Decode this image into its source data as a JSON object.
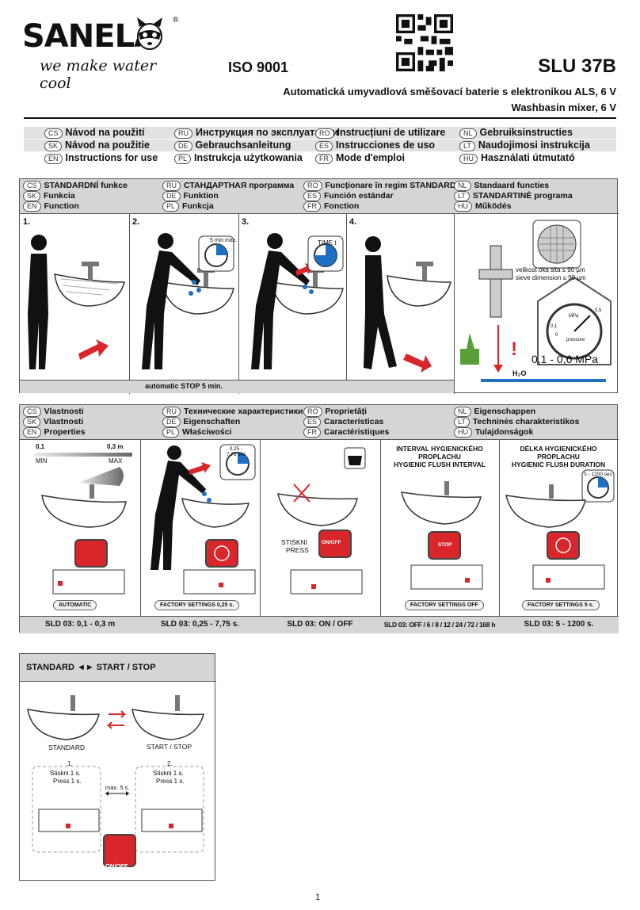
{
  "header": {
    "brand": "SANELA",
    "tagline": "we make water cool",
    "registered": "®",
    "iso": "ISO 9001",
    "model": "SLU 37B",
    "subtitle_cs": "Automatická umyvadlová směšovací baterie s elektronikou ALS, 6 V",
    "subtitle_en": "Washbasin mixer, 6 V"
  },
  "languages": [
    [
      {
        "code": "CS",
        "text": "Návod na použití"
      },
      {
        "code": "RU",
        "text": "Инструкция по эксплуатации"
      },
      {
        "code": "RO",
        "text": "Instrucțiuni de utilizare"
      },
      {
        "code": "NL",
        "text": "Gebruiksinstructies"
      }
    ],
    [
      {
        "code": "SK",
        "text": "Návod na použitie"
      },
      {
        "code": "DE",
        "text": "Gebrauchsanleitung"
      },
      {
        "code": "ES",
        "text": "Instrucciones de uso"
      },
      {
        "code": "LT",
        "text": "Naudojimosi instrukcija"
      }
    ],
    [
      {
        "code": "EN",
        "text": "Instructions for use"
      },
      {
        "code": "PL",
        "text": "Instrukcja użytkowania"
      },
      {
        "code": "FR",
        "text": "Mode d'emploi"
      },
      {
        "code": "HU",
        "text": "Használati útmutató"
      }
    ]
  ],
  "function": {
    "header": [
      [
        {
          "code": "CS",
          "text": "STANDARDNÍ funkce"
        },
        {
          "code": "RU",
          "text": "СТАНДАРТНАЯ программа"
        },
        {
          "code": "RO",
          "text": "Funcționare în regim STANDARD"
        },
        {
          "code": "NL",
          "text": "Standaard functies"
        }
      ],
      [
        {
          "code": "SK",
          "text": "Funkcia"
        },
        {
          "code": "DE",
          "text": "Funktion"
        },
        {
          "code": "ES",
          "text": "Función estándar"
        },
        {
          "code": "LT",
          "text": "STANDARTINĖ programa"
        }
      ],
      [
        {
          "code": "EN",
          "text": "Function"
        },
        {
          "code": "PL",
          "text": "Funkcja"
        },
        {
          "code": "FR",
          "text": "Fonction"
        },
        {
          "code": "HU",
          "text": "Működés"
        }
      ]
    ],
    "steps": [
      "1.",
      "2.",
      "3.",
      "4."
    ],
    "timer2": "5 min max.",
    "timer3": "TIME t",
    "caption": "automatic STOP 5 min.",
    "sieve_cs": "velikost oka sita ≤ 90 µm",
    "sieve_en": "sieve dimension ≤ 90 µm",
    "gauge_unit": "MPa",
    "gauge_ticks": [
      "0,5",
      "0,1",
      "0"
    ],
    "gauge_label": "pressure",
    "pressure": "0,1 - 0,6 MPa",
    "water": "H₂O",
    "warn": "!"
  },
  "properties": {
    "header": [
      [
        {
          "code": "CS",
          "text": "Vlastnosti"
        },
        {
          "code": "RU",
          "text": "Технические характеристики"
        },
        {
          "code": "RO",
          "text": "Proprietăți"
        },
        {
          "code": "NL",
          "text": "Eigenschappen"
        }
      ],
      [
        {
          "code": "SK",
          "text": "Vlastnosti"
        },
        {
          "code": "DE",
          "text": "Eigenschaften"
        },
        {
          "code": "ES",
          "text": "Características"
        },
        {
          "code": "LT",
          "text": "Techninės charakteristikos"
        }
      ],
      [
        {
          "code": "EN",
          "text": "Properties"
        },
        {
          "code": "PL",
          "text": "Właściwości"
        },
        {
          "code": "FR",
          "text": "Caractéristiques"
        },
        {
          "code": "HU",
          "text": "Tulajdonságok"
        }
      ]
    ],
    "range_min_val": "0,1",
    "range_max_val": "0,3 m",
    "range_min": "MIN",
    "range_max": "MAX",
    "timer_range": "0,25 - 7,75 sec",
    "press_cs": "STISKNI",
    "press_en": "PRESS",
    "onoff": "ON/OFF",
    "stop": "STOP",
    "interval_title": [
      "INTERVAL HYGIENICKÉHO",
      "PROPLACHU",
      "HYGIENIC FLUSH INTERVAL"
    ],
    "duration_title": [
      "DÉLKA HYGIENICKÉHO",
      "PROPLACHU",
      "HYGIENIC FLUSH DURATION"
    ],
    "duration_timer": "5 - 1200 sec",
    "pill": [
      "AUTOMATIC",
      "FACTORY SETTINGS 0,25 s.",
      "",
      "FACTORY SETTINGS OFF",
      "FACTORY SETTINGS 5 s."
    ],
    "footer": [
      "SLD 03: 0,1 - 0,3 m",
      "SLD 03: 0,25 - 7,75 s.",
      "SLD 03: ON / OFF",
      "SLD 03: OFF / 6 / 8 / 12 / 24 / 72 / 168 h",
      "SLD 03:  5 - 1200 s."
    ]
  },
  "standard": {
    "header": "STANDARD ◄► START / STOP",
    "left_label": "STANDARD",
    "right_label": "START / STOP",
    "step1": "1.",
    "step2": "2.",
    "press1_cs": "Stiskni 1 s.",
    "press1_en": "Press 1 s.",
    "press2_cs": "Stiskni 1 s.",
    "press2_en": "Press 1 s.",
    "max": "max. 5 s.",
    "button": "ON/OFF"
  },
  "page_number": "1",
  "colors": {
    "red": "#d9262b",
    "blue": "#1f6fc4",
    "gray_header": "#d5d5d5"
  }
}
